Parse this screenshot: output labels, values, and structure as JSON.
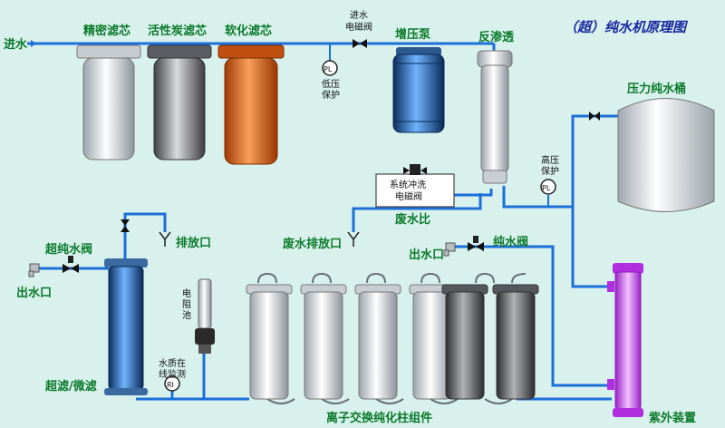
{
  "title": "（超）纯水机原理图",
  "labels": {
    "inlet": "进水",
    "precision_filter": "精密滤芯",
    "carbon_filter": "活性炭滤芯",
    "softener_filter": "软化滤芯",
    "inlet_valve_line1": "进水",
    "inlet_valve_line2": "电磁阀",
    "low_pressure_1": "低压",
    "low_pressure_2": "保护",
    "booster_pump": "增压泵",
    "ro": "反渗透",
    "pressure_tank": "压力纯水桶",
    "high_pressure_1": "高压",
    "high_pressure_2": "保护",
    "flush_valve_1": "系统冲洗",
    "flush_valve_2": "电磁阀",
    "waste_ratio": "废水比",
    "waste_drain": "废水排放口",
    "water_outlet": "出水口",
    "pure_valve": "纯水阀",
    "drain_port": "排放口",
    "ultra_valve": "超纯水阀",
    "outlet_left": "出水口",
    "resistor_1": "电",
    "resistor_2": "阻",
    "resistor_3": "池",
    "monitor_1": "水质在",
    "monitor_2": "线监测",
    "ultra_filter": "超滤/微滤",
    "ion_exchange": "离子交换纯化柱组件",
    "uv": "紫外装置",
    "pl": "PL",
    "ri": "RI"
  },
  "colors": {
    "pipe": "#1c6fd8",
    "label_green": "#0a7a2a",
    "title_blue": "#1a2aa0",
    "background": "#d8f1ec"
  }
}
